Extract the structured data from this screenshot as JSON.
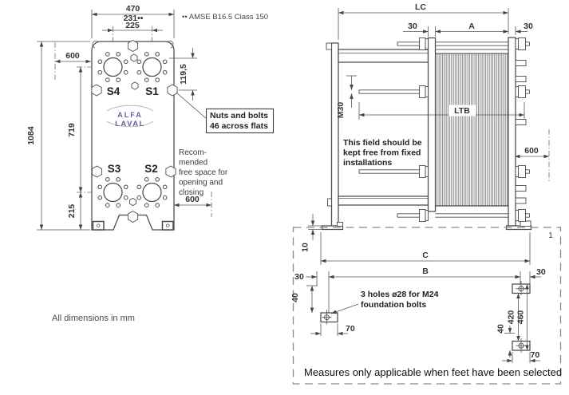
{
  "colors": {
    "line": "#4a4a4a",
    "dim_text": "#333333",
    "logo": "#62629e"
  },
  "front_view": {
    "dim_width_top": "470",
    "dim_flange": "231••",
    "dim_ports_h": "225",
    "flange_note": "•• AMSE B16.5 Class 150",
    "dim_clearance_left": "600",
    "dim_height": "1084",
    "dim_ports_v": "719",
    "dim_bottom": "215",
    "dim_top_offset": "119,5",
    "ports": {
      "s4": "S4",
      "s1": "S1",
      "s3": "S3",
      "s2": "S2"
    },
    "logo": {
      "line1": "ALFA",
      "line2": "LAVAL"
    },
    "nuts_callout": {
      "line1": "Nuts and bolts",
      "line2": "46 across flats"
    },
    "free_space_note": [
      "Recom-",
      "mended",
      "free space for",
      "opening and",
      "closing"
    ],
    "dim_clearance_bottom": "600"
  },
  "side_view": {
    "dim_lc": "LC",
    "dim_30_left": "30",
    "dim_a": "A",
    "dim_30_right": "30",
    "dim_bolt": "M30",
    "dim_ltb": "LTB",
    "free_field_note": [
      "This field should be",
      "kept free from fixed",
      "installations"
    ],
    "dim_clearance_right": "600",
    "footnote_marker": "1",
    "dim_foot_height": "10",
    "dim_c": "C",
    "dim_b": "B",
    "dim_30_bottom_left": "30",
    "dim_30_bottom_right": "30",
    "dim_40_left": "40",
    "dim_70_left": "70",
    "holes_callout": {
      "line1": "3 holes  ø28 for M24",
      "line2": "foundation bolts"
    },
    "dim_420": "420",
    "dim_460": "460",
    "dim_40_right": "40",
    "dim_70_right": "70",
    "feet_note": "Measures only applicable when feet have been selected"
  },
  "footer": {
    "units_note": "All dimensions in mm"
  }
}
